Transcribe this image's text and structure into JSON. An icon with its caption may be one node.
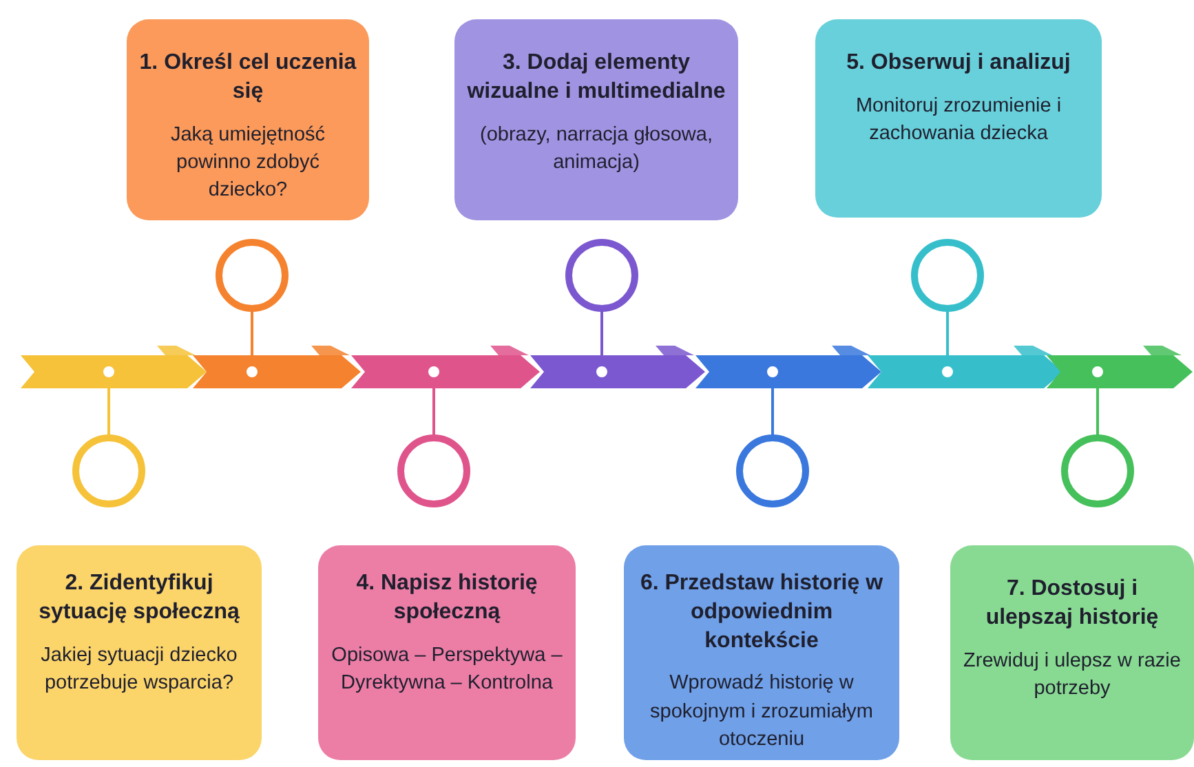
{
  "diagram": {
    "nodes": [
      {
        "text": [
          "1. Określ cel uczenia się",
          "Jaką umiejętność powinno zdobyć dziecko?"
        ]
      },
      {
        "text": [
          "2. Zidentyfikuj sytuację społeczną",
          "Jakiej sytuacji dziecko potrzebuje wsparcia?"
        ]
      },
      {
        "text": [
          "3. Dodaj elementy wizualne i multimedialne",
          "(obrazy, narracja głosowa, animacja)"
        ]
      },
      {
        "text": [
          "4. Napisz historię społeczną",
          "Opisowa – Perspektywa – Dyrektywna – Kontrolna"
        ]
      },
      {
        "text": [
          "5. Obserwuj i analizuj",
          "Monitoruj zrozumienie i zachowania dziecka"
        ]
      },
      {
        "text": [
          "6. Przedstaw historię w odpowiednim kontekście",
          "Wprowadź historię w spokojnym i zrozumiałym otoczeniu"
        ]
      },
      {
        "text": [
          "7. Dostosuj i ulepszaj historię",
          "Zrewiduj i ulepsz w razie potrzeby"
        ]
      }
    ]
  }
}
